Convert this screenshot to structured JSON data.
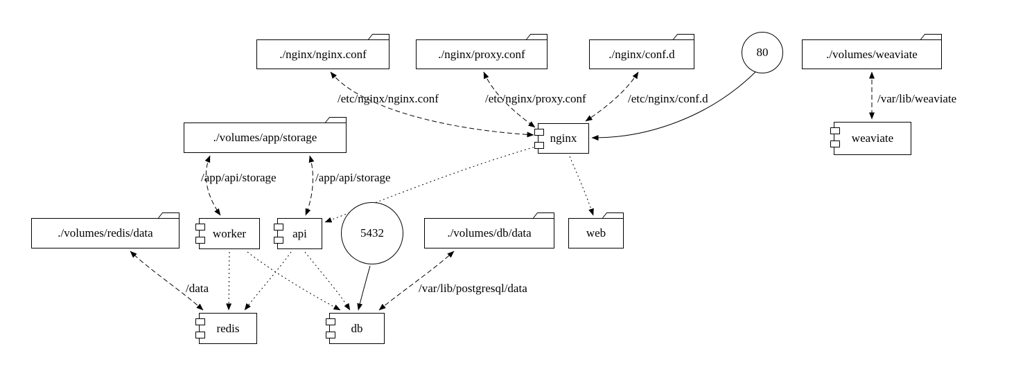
{
  "diagram": {
    "kind": "docker-compose service graph",
    "background": "#ffffff",
    "stroke_color": "#000000"
  },
  "nodes": {
    "f_nginx_conf": {
      "label": "./nginx/nginx.conf",
      "shape": "folder"
    },
    "f_proxy_conf": {
      "label": "./nginx/proxy.conf",
      "shape": "folder"
    },
    "f_confd": {
      "label": "./nginx/conf.d",
      "shape": "folder"
    },
    "port80": {
      "label": "80",
      "shape": "circle"
    },
    "f_weaviate": {
      "label": "./volumes/weaviate",
      "shape": "folder"
    },
    "f_app_storage": {
      "label": "./volumes/app/storage",
      "shape": "folder"
    },
    "nginx": {
      "label": "nginx",
      "shape": "component"
    },
    "weaviate": {
      "label": "weaviate",
      "shape": "component"
    },
    "f_redis_data": {
      "label": "./volumes/redis/data",
      "shape": "folder"
    },
    "worker": {
      "label": "worker",
      "shape": "component"
    },
    "api": {
      "label": "api",
      "shape": "component"
    },
    "port5432": {
      "label": "5432",
      "shape": "circle"
    },
    "f_db_data": {
      "label": "./volumes/db/data",
      "shape": "folder"
    },
    "web": {
      "label": "web",
      "shape": "folder"
    },
    "redis": {
      "label": "redis",
      "shape": "component"
    },
    "db": {
      "label": "db",
      "shape": "component"
    }
  },
  "edges": [
    {
      "from": "./nginx/nginx.conf",
      "to": "nginx",
      "style": "dashed",
      "arrows": "both",
      "label": "/etc/nginx/nginx.conf"
    },
    {
      "from": "./nginx/proxy.conf",
      "to": "nginx",
      "style": "dashed",
      "arrows": "both",
      "label": "/etc/nginx/proxy.conf"
    },
    {
      "from": "./nginx/conf.d",
      "to": "nginx",
      "style": "dashed",
      "arrows": "both",
      "label": "/etc/nginx/conf.d"
    },
    {
      "from": "80",
      "to": "nginx",
      "style": "solid",
      "arrows": "end",
      "label": ""
    },
    {
      "from": "./volumes/weaviate",
      "to": "weaviate",
      "style": "dashed",
      "arrows": "both",
      "label": "/var/lib/weaviate"
    },
    {
      "from": "./volumes/app/storage",
      "to": "worker",
      "style": "dashed",
      "arrows": "both",
      "label": "/app/api/storage"
    },
    {
      "from": "./volumes/app/storage",
      "to": "api",
      "style": "dashed",
      "arrows": "both",
      "label": "/app/api/storage"
    },
    {
      "from": "nginx",
      "to": "api",
      "style": "dotted",
      "arrows": "end",
      "label": ""
    },
    {
      "from": "nginx",
      "to": "web",
      "style": "dotted",
      "arrows": "end",
      "label": ""
    },
    {
      "from": "worker",
      "to": "redis",
      "style": "dotted",
      "arrows": "end",
      "label": ""
    },
    {
      "from": "worker",
      "to": "db",
      "style": "dotted",
      "arrows": "end",
      "label": ""
    },
    {
      "from": "api",
      "to": "redis",
      "style": "dotted",
      "arrows": "end",
      "label": ""
    },
    {
      "from": "api",
      "to": "db",
      "style": "dotted",
      "arrows": "end",
      "label": ""
    },
    {
      "from": "./volumes/redis/data",
      "to": "redis",
      "style": "dashed",
      "arrows": "both",
      "label": "/data"
    },
    {
      "from": "./volumes/db/data",
      "to": "db",
      "style": "dashed",
      "arrows": "both",
      "label": "/var/lib/postgresql/data"
    },
    {
      "from": "5432",
      "to": "db",
      "style": "solid",
      "arrows": "end",
      "label": ""
    }
  ]
}
